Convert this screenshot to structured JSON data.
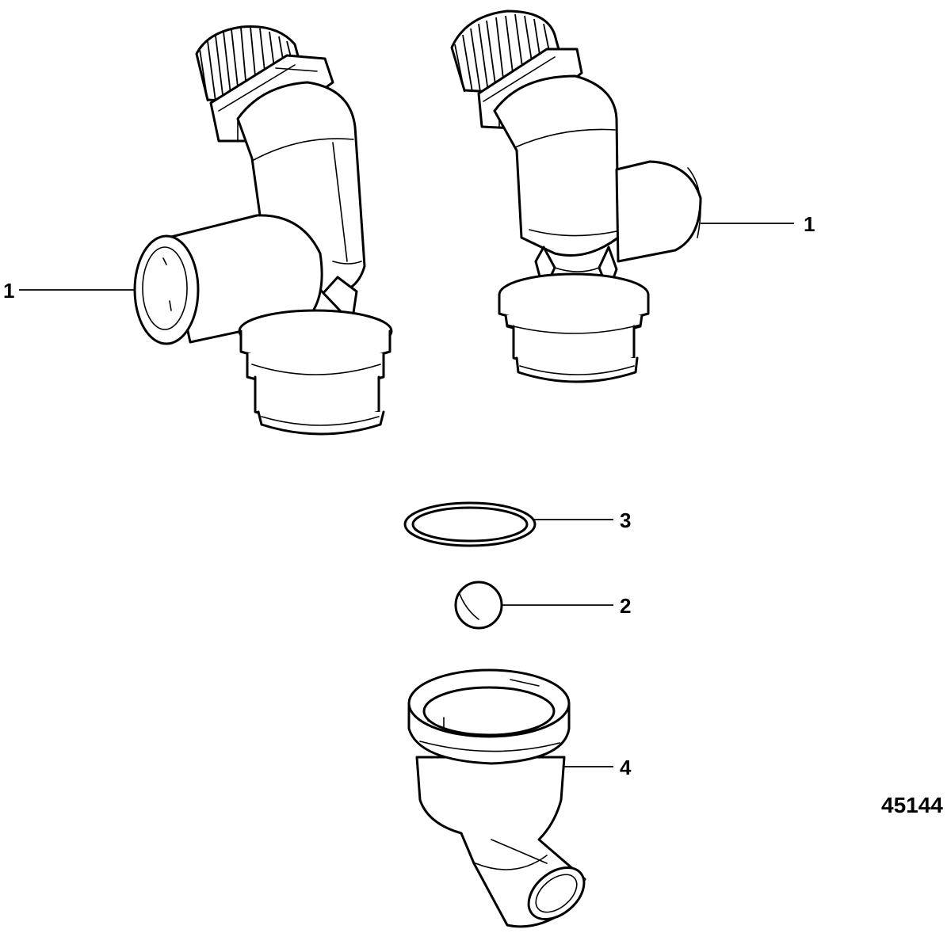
{
  "diagram": {
    "callouts": [
      {
        "id": "fitting-left",
        "label": "1"
      },
      {
        "id": "fitting-right",
        "label": "1"
      },
      {
        "id": "ring",
        "label": "3"
      },
      {
        "id": "ball",
        "label": "2"
      },
      {
        "id": "elbow",
        "label": "4"
      }
    ],
    "figure_number": "45144"
  }
}
